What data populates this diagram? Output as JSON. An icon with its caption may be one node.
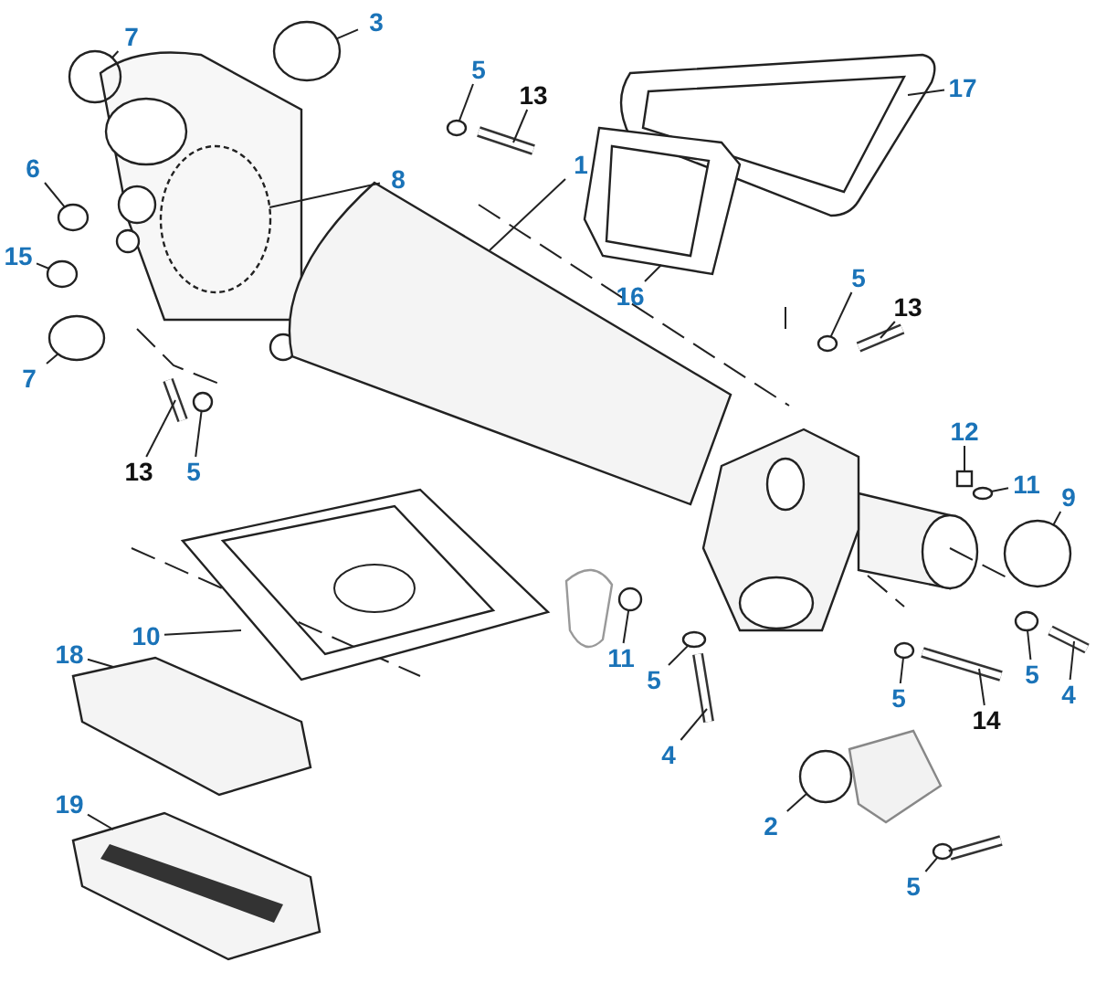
{
  "diagram": {
    "nodes": [
      {
        "text": [
          "7"
        ]
      },
      {
        "text": [
          "3"
        ]
      },
      {
        "text": [
          "8"
        ]
      },
      {
        "text": [
          "5"
        ]
      },
      {
        "text": [
          "13"
        ]
      },
      {
        "text": [
          "17"
        ]
      },
      {
        "text": [
          "6"
        ]
      },
      {
        "text": [
          "1"
        ]
      },
      {
        "text": [
          "15"
        ]
      },
      {
        "text": [
          "16"
        ]
      },
      {
        "text": [
          "5"
        ]
      },
      {
        "text": [
          "13"
        ]
      },
      {
        "text": [
          "7"
        ]
      },
      {
        "text": [
          "13"
        ]
      },
      {
        "text": [
          "5"
        ]
      },
      {
        "text": [
          "12"
        ]
      },
      {
        "text": [
          "11"
        ]
      },
      {
        "text": [
          "9"
        ]
      },
      {
        "text": [
          "10"
        ]
      },
      {
        "text": [
          "18"
        ]
      },
      {
        "text": [
          "11"
        ]
      },
      {
        "text": [
          "5"
        ]
      },
      {
        "text": [
          "5"
        ]
      },
      {
        "text": [
          "5"
        ]
      },
      {
        "text": [
          "4"
        ]
      },
      {
        "text": [
          "14"
        ]
      },
      {
        "text": [
          "4"
        ]
      },
      {
        "text": [
          "2"
        ]
      },
      {
        "text": [
          "19"
        ]
      },
      {
        "text": [
          "5"
        ]
      },
      {
        "text": [],
        "shape": "circle"
      },
      {
        "text": [],
        "shape": "circle"
      },
      {
        "text": [],
        "shape": "circle"
      },
      {
        "text": [],
        "shape": "circle"
      },
      {
        "text": [],
        "shape": "picture"
      },
      {
        "text": [],
        "shape": "box"
      },
      {
        "text": [],
        "shape": "circle"
      },
      {
        "text": [],
        "shape": "picture"
      },
      {
        "text": [],
        "shape": "circle"
      },
      {
        "text": [],
        "shape": "box"
      },
      {
        "text": [],
        "shape": "circle"
      },
      {
        "text": [],
        "shape": "picture"
      },
      {
        "text": [],
        "shape": "circle"
      },
      {
        "text": [],
        "shape": "picture"
      },
      {
        "text": [],
        "shape": "circle"
      },
      {
        "text": [],
        "shape": "box"
      },
      {
        "text": [],
        "shape": "circle"
      },
      {
        "text": [],
        "shape": "circle"
      },
      {
        "text": [],
        "shape": "picture"
      },
      {
        "text": [],
        "shape": "picture"
      },
      {
        "text": [],
        "shape": "circle"
      },
      {
        "text": [],
        "shape": "circle"
      },
      {
        "text": [],
        "shape": "circle"
      },
      {
        "text": [],
        "shape": "circle"
      },
      {
        "text": [],
        "shape": "picture"
      },
      {
        "text": [],
        "shape": "picture"
      },
      {
        "text": [],
        "shape": "picture"
      },
      {
        "text": [],
        "shape": "circle"
      },
      {
        "text": [],
        "shape": "picture"
      },
      {
        "text": [],
        "shape": "circle"
      }
    ],
    "edges": [
      {
        "from": 0,
        "to": 30,
        "arrow": "none"
      },
      {
        "from": 1,
        "to": 31,
        "arrow": "none"
      },
      {
        "from": 2,
        "to": 32,
        "arrow": "none"
      },
      {
        "from": 3,
        "to": 33,
        "arrow": "none"
      },
      {
        "from": 4,
        "to": 34,
        "arrow": "none"
      },
      {
        "from": 5,
        "to": 35,
        "arrow": "none"
      },
      {
        "from": 6,
        "to": 36,
        "arrow": "none"
      },
      {
        "from": 7,
        "to": 37,
        "arrow": "none"
      },
      {
        "from": 8,
        "to": 38,
        "arrow": "none"
      },
      {
        "from": 9,
        "to": 39,
        "arrow": "none"
      },
      {
        "from": 10,
        "to": 40,
        "arrow": "none"
      },
      {
        "from": 11,
        "to": 41,
        "arrow": "none"
      },
      {
        "from": 12,
        "to": 42,
        "arrow": "none"
      },
      {
        "from": 13,
        "to": 43,
        "arrow": "none"
      },
      {
        "from": 14,
        "to": 44,
        "arrow": "none"
      },
      {
        "from": 15,
        "to": 45,
        "arrow": "none"
      },
      {
        "from": 16,
        "to": 46,
        "arrow": "none"
      },
      {
        "from": 17,
        "to": 47,
        "arrow": "none"
      },
      {
        "from": 18,
        "to": 48,
        "arrow": "none"
      },
      {
        "from": 19,
        "to": 49,
        "arrow": "none"
      },
      {
        "from": 20,
        "to": 50,
        "arrow": "none"
      },
      {
        "from": 21,
        "to": 51,
        "arrow": "none"
      },
      {
        "from": 22,
        "to": 52,
        "arrow": "none"
      },
      {
        "from": 23,
        "to": 53,
        "arrow": "none"
      },
      {
        "from": 24,
        "to": 54,
        "arrow": "none"
      },
      {
        "from": 25,
        "to": 55,
        "arrow": "none"
      },
      {
        "from": 26,
        "to": 56,
        "arrow": "none"
      },
      {
        "from": 27,
        "to": 57,
        "arrow": "none"
      },
      {
        "from": 28,
        "to": 58,
        "arrow": "none"
      },
      {
        "from": 29,
        "to": 59,
        "arrow": "none"
      }
    ]
  }
}
